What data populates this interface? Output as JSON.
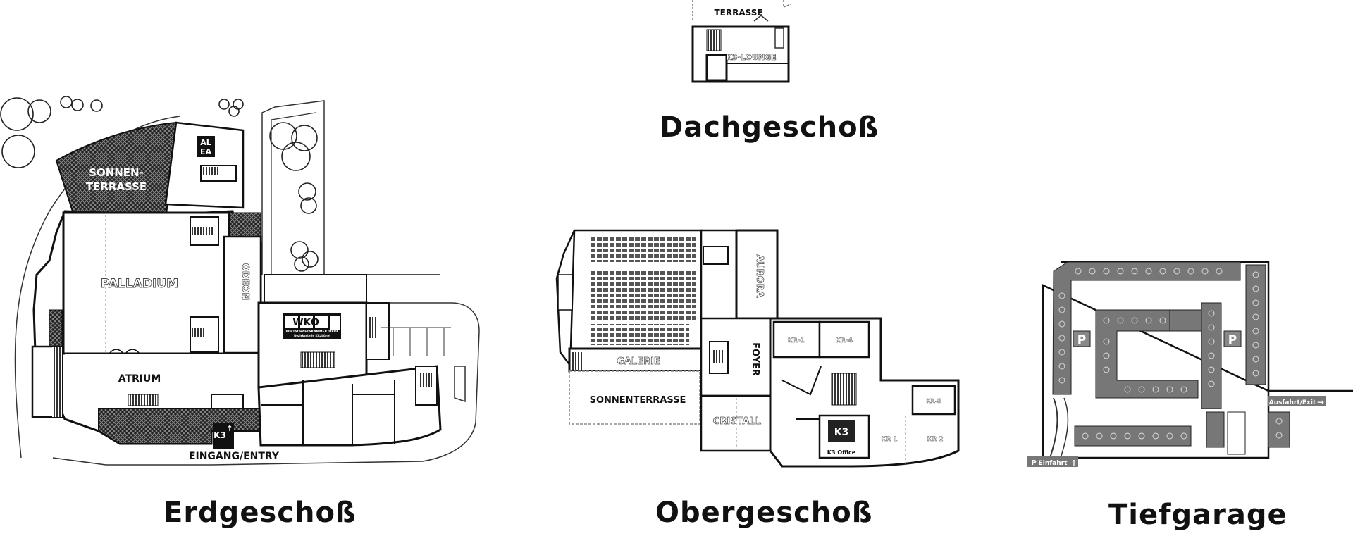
{
  "floors": {
    "roof": {
      "title": "Dachgeschoß",
      "labels": {
        "terrace": "TERRASSE",
        "lounge": "K3-LOUNGE"
      }
    },
    "ground": {
      "title": "Erdgeschoß",
      "labels": {
        "sun_terrace_1": "SONNEN-",
        "sun_terrace_2": "TERRASSE",
        "alea_1": "AL",
        "alea_2": "EA",
        "palladium": "PALLADIUM",
        "odeon": "ODEON",
        "wko": "WKO",
        "wko_sub": "WIRTSCHAFTSKAMMER TIROL",
        "wko_sub2": "Bezirksstelle Kitzbühel",
        "atrium": "ATRIUM",
        "k3": "K3",
        "arrow": "↑",
        "entry": "EINGANG/ENTRY"
      }
    },
    "upper": {
      "title": "Obergeschoß",
      "labels": {
        "aurora": "AURORA",
        "galerie": "GALERIE",
        "foyer": "FOYER",
        "sun_terrace": "SONNENTERRASSE",
        "cristall": "CRISTALL",
        "kr1_top": "KR-1",
        "kr4": "KR-4",
        "kr_small": "KR-5",
        "kr1": "KR 1",
        "kr2": "KR 2",
        "k3": "K3",
        "k3_office": "K3 Office"
      }
    },
    "garage": {
      "title": "Tiefgarage",
      "labels": {
        "parking_1": "P",
        "parking_2": "P",
        "exit": "Ausfahrt/Exit",
        "exit_arrow": "→",
        "entry_p": "P",
        "entry": "Einfahrt",
        "entry_arrow": "↑"
      }
    }
  }
}
